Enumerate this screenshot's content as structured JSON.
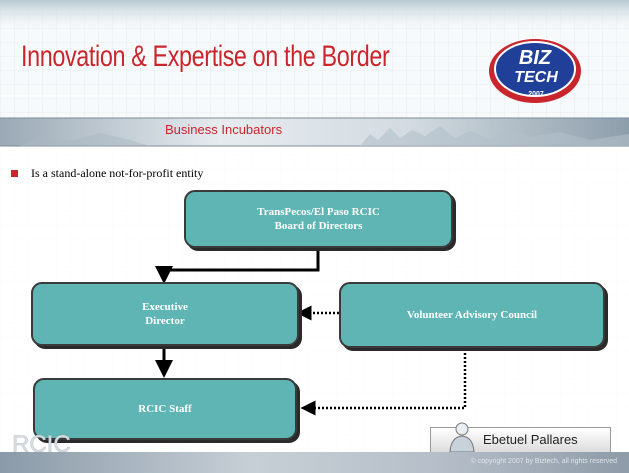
{
  "header": {
    "title": "Innovation & Expertise on the Border",
    "badge_line1": "BIZ",
    "badge_line2": "TECH",
    "badge_year": "2007"
  },
  "section": {
    "title": "Business Incubators"
  },
  "bullet": {
    "text": "Is a stand-alone not-for-profit entity"
  },
  "org_chart": {
    "board": {
      "line1": "TransPecos/El Paso RCIC",
      "line2": "Board of Directors"
    },
    "executive": {
      "line1": "Executive",
      "line2": "Director"
    },
    "advisory": {
      "label": "Volunteer Advisory Council"
    },
    "staff": {
      "label": "RCIC Staff"
    }
  },
  "presenter": {
    "name": "Ebetuel Pallares"
  },
  "footer": {
    "logo_text": "RCIC",
    "copyright": "© copyright 2007 by Biztech, all rights reserved"
  },
  "colors": {
    "accent_red": "#c9252c",
    "node_teal": "#5fb5b3",
    "badge_blue": "#1f3f99"
  }
}
